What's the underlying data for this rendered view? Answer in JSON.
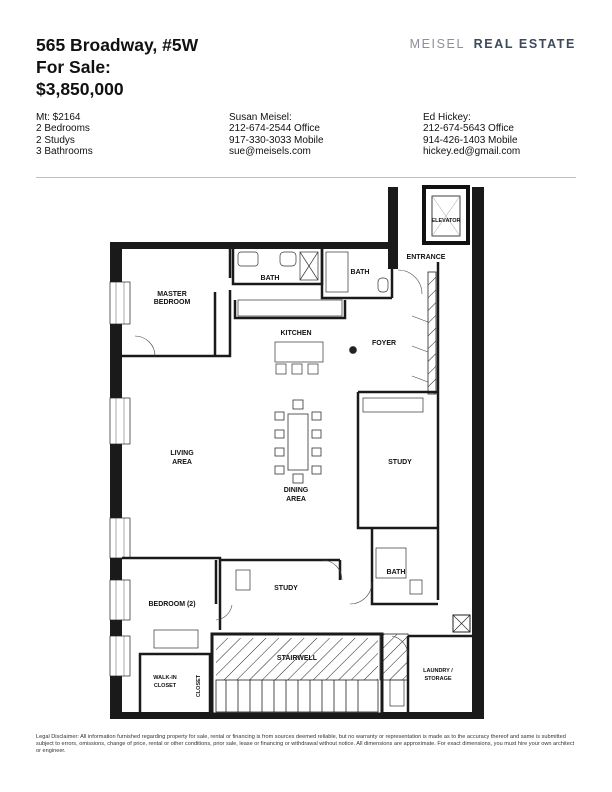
{
  "listing": {
    "address": "565 Broadway, #5W",
    "status": "For Sale:",
    "price": "$3,850,000"
  },
  "brand": {
    "part1": "MEISEL",
    "part2": "REAL ESTATE"
  },
  "details": [
    "Mt: $2164",
    "2 Bedrooms",
    "2 Studys",
    "3 Bathrooms"
  ],
  "agents": [
    {
      "name": "Susan Meisel:",
      "office": "212-674-2544 Office",
      "mobile": "917-330-3033 Mobile",
      "email": "sue@meisels.com"
    },
    {
      "name": "Ed Hickey:",
      "office": "212-674-5643 Office",
      "mobile": "914-426-1403 Mobile",
      "email": "hickey.ed@gmail.com"
    }
  ],
  "floorplan": {
    "rooms": {
      "elevator": "ELEVATOR",
      "entrance": "ENTRANCE",
      "bath_top": "BATH",
      "bath_small": "BATH",
      "master_bedroom_1": "MASTER",
      "master_bedroom_2": "BEDROOM",
      "kitchen": "KITCHEN",
      "foyer": "FOYER",
      "living_1": "LIVING",
      "living_2": "AREA",
      "dining_1": "DINING",
      "dining_2": "AREA",
      "study_right": "STUDY",
      "bath_right": "BATH",
      "bedroom_2": "BEDROOM (2)",
      "study_bottom": "STUDY",
      "stairwell": "STAIRWELL",
      "walkin_1": "WALK-IN",
      "walkin_2": "CLOSET",
      "closet": "CLOSET",
      "laundry_1": "LAUNDRY /",
      "laundry_2": "STORAGE"
    }
  },
  "disclaimer": "Legal Disclaimer: All information furnished regarding property for sale, rental or financing is from sources deemed reliable, but no warranty or representation is made as to the accuracy thereof and same is submitted subject to errors, omissions, change of price, rental or other conditions, prior sale, lease or financing or withdrawal without notice. All dimensions are approximate. For exact dimensions, you must hire your own architect or engineer."
}
